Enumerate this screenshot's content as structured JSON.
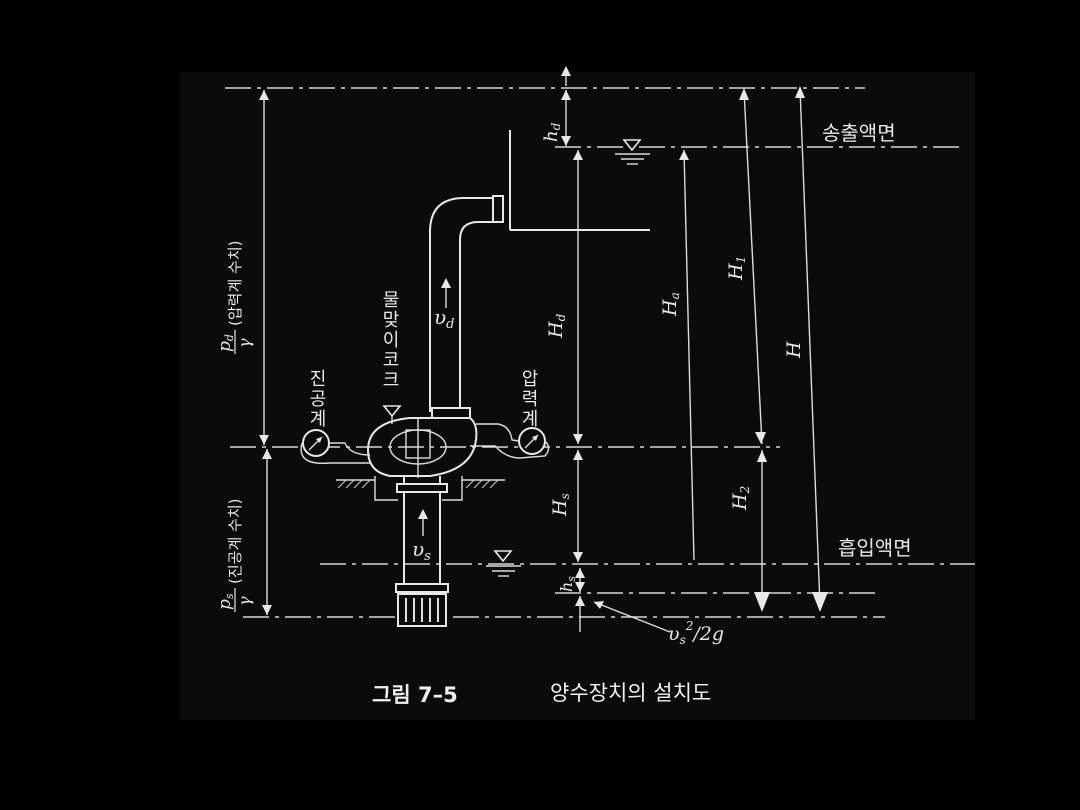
{
  "diagram": {
    "labels": {
      "surface_discharge": "송출액면",
      "surface_suction": "흡입액면",
      "vacuum_gauge": [
        "진",
        "공",
        "계"
      ],
      "priming_cock": [
        "물",
        "맞",
        "이",
        "코",
        "크"
      ],
      "pressure_gauge": [
        "압",
        "력",
        "계"
      ],
      "pd_gamma_note": "(압력계 수치)",
      "ps_gamma_note": "(진공계 수치)",
      "pd": "p",
      "pd_sub": "d",
      "ps": "p",
      "ps_sub": "s",
      "gamma": "γ",
      "h_d": "h",
      "h_d_sub": "d",
      "H_d": "H",
      "H_d_sub": "d",
      "H_a": "H",
      "H_a_sub": "a",
      "H_1": "H",
      "H_1_sub": "1",
      "H": "H",
      "H_2": "H",
      "H_2_sub": "2",
      "H_s": "H",
      "H_s_sub": "s",
      "h_s": "h",
      "h_s_sub": "s",
      "v_d": "υ",
      "v_d_sub": "d",
      "v_s": "υ",
      "v_s_sub": "s",
      "velocity_head": "υ",
      "velocity_head_sub": "s",
      "velocity_head_sup": "2",
      "velocity_head_tail": "/2g"
    },
    "caption": {
      "number": "그림 7–5",
      "title": "양수장치의 설치도"
    }
  }
}
